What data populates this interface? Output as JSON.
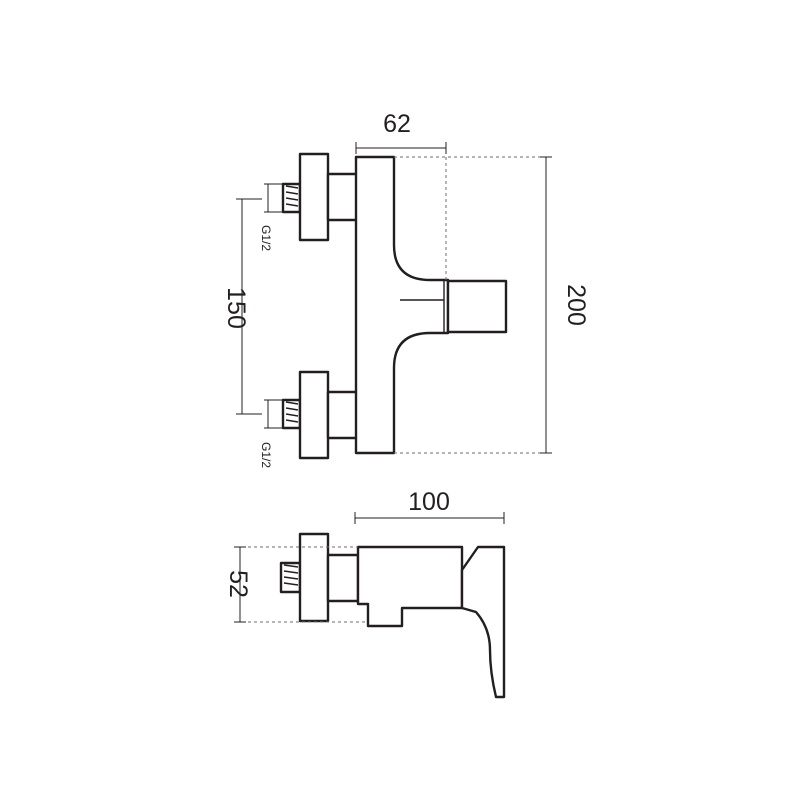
{
  "dimensions": {
    "width_top": "62",
    "height_overall": "200",
    "inlet_spacing": "150",
    "depth": "100",
    "side_height": "52"
  },
  "thread_labels": {
    "upper": "G1/2",
    "lower": "G1/2"
  }
}
